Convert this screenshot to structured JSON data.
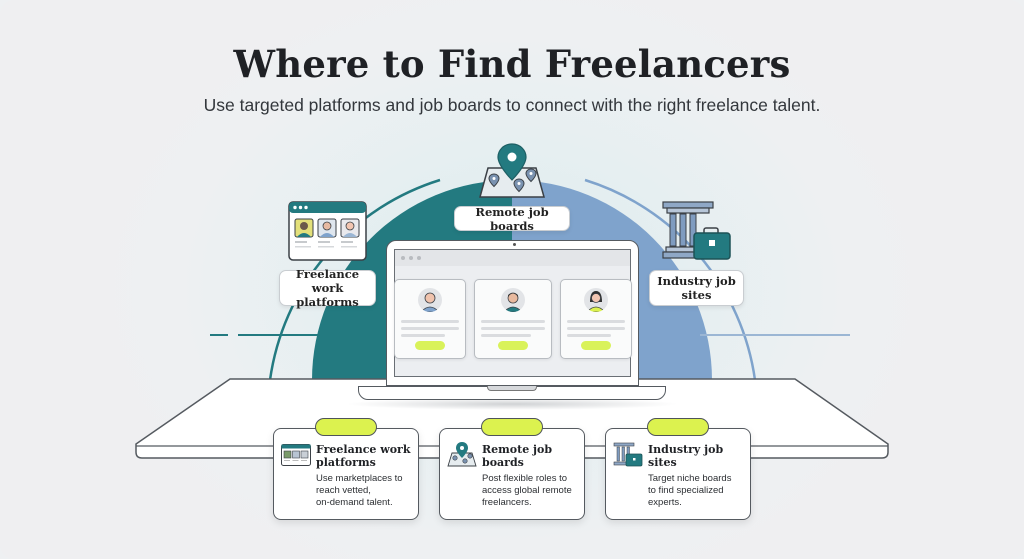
{
  "header": {
    "title": "Where to Find Freelancers",
    "subtitle": "Use targeted platforms and job boards to connect with the right freelance talent."
  },
  "colors": {
    "teal": "#237a80",
    "blue": "#7fa3cc",
    "lime": "#dcf24f",
    "dark_text": "#1f2125",
    "background": "#eef0f2"
  },
  "floating_labels": [
    {
      "id": "freelance",
      "text_line1": "Freelance work",
      "text_line2": "platforms",
      "icon": "browser-profiles-icon"
    },
    {
      "id": "remote",
      "text": "Remote job boards",
      "icon": "map-pins-icon"
    },
    {
      "id": "industry",
      "text_line1": "Industry job",
      "text_line2": "sites",
      "icon": "building-briefcase-icon"
    }
  ],
  "laptop": {
    "profiles": [
      {
        "avatar": "person-blue-shirt"
      },
      {
        "avatar": "person-teal-shirt"
      },
      {
        "avatar": "person-lime-shirt"
      }
    ]
  },
  "cards": [
    {
      "title_line1": "Freelance work",
      "title_line2": "platforms",
      "desc_line1": "Use marketplaces to",
      "desc_line2": "reach vetted,",
      "desc_line3": "on-demand talent.",
      "icon": "browser-profiles-icon"
    },
    {
      "title_line1": "Remote job",
      "title_line2": "boards",
      "desc_line1": "Post flexible roles to",
      "desc_line2": "access global remote",
      "desc_line3": "freelancers.",
      "icon": "map-pins-icon"
    },
    {
      "title_line1": "Industry job",
      "title_line2": "sites",
      "desc_line1": "Target niche boards",
      "desc_line2": "to find specialized",
      "desc_line3": "experts.",
      "icon": "building-briefcase-icon"
    }
  ]
}
